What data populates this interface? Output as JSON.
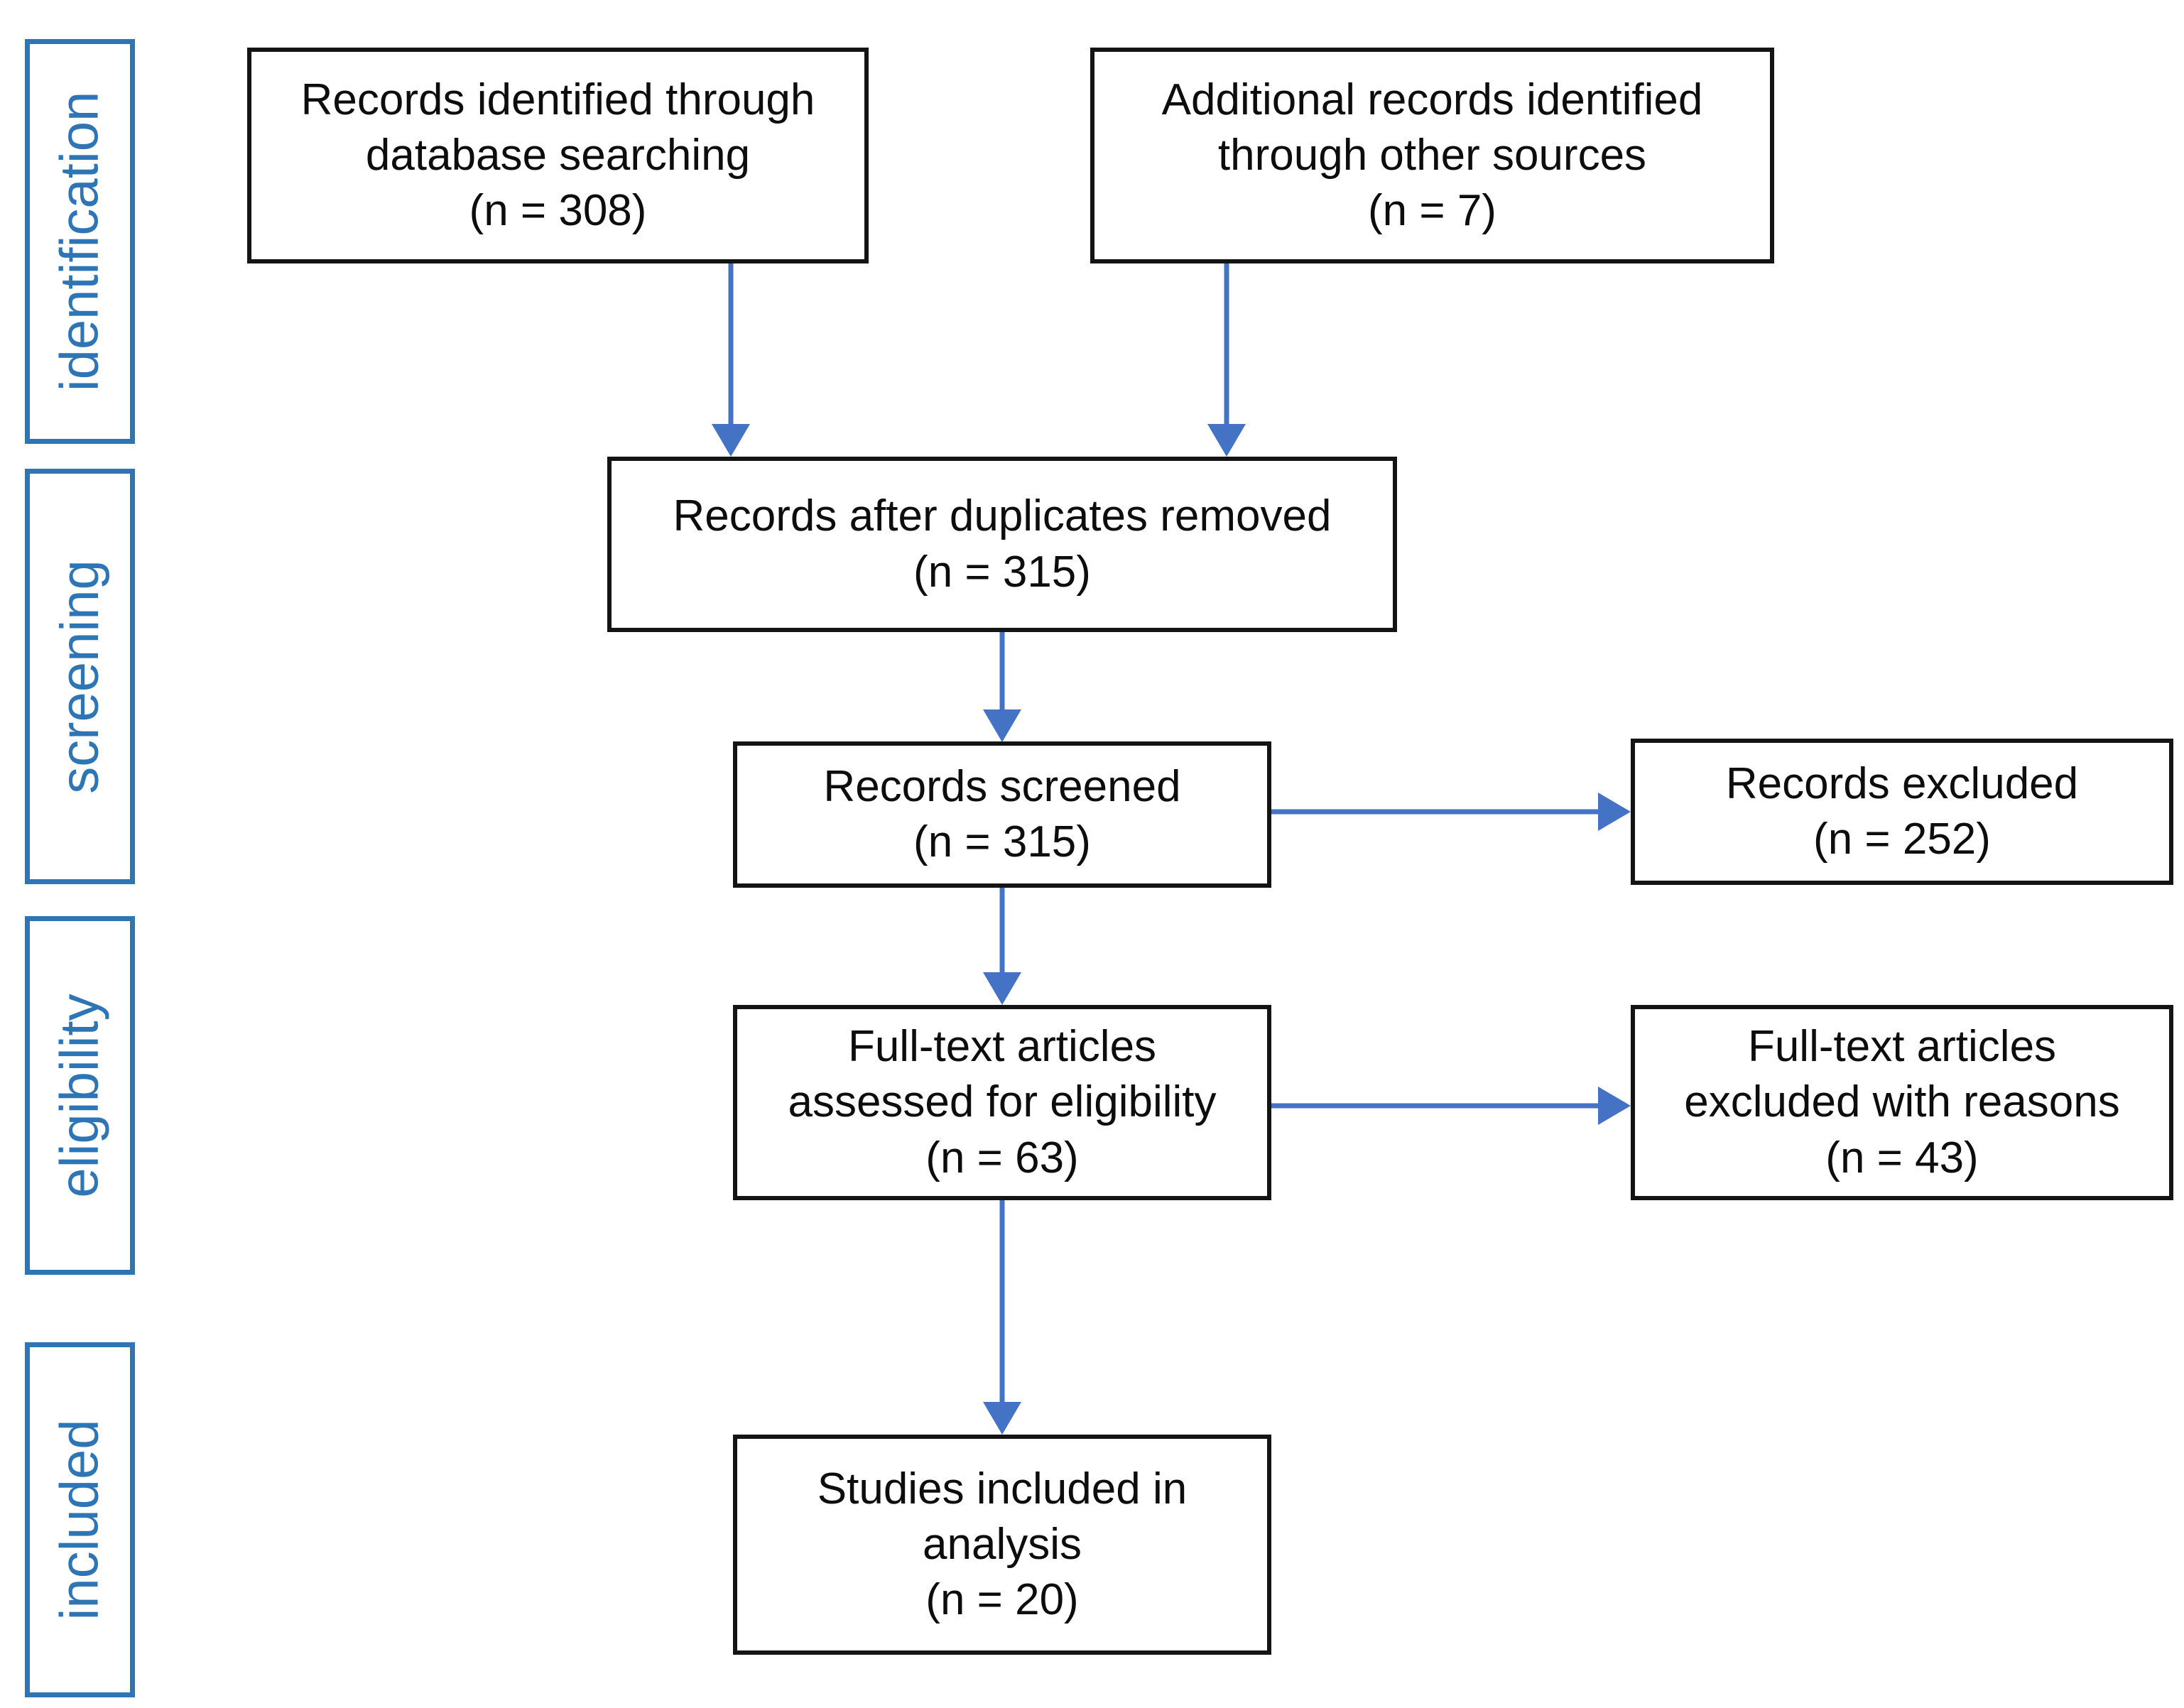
{
  "diagram": {
    "type": "prisma-flow-diagram",
    "accent_color_stage": "#2E75B6",
    "accent_color_arrow": "#4472C4",
    "box_border_color": "#141414",
    "background": "#ffffff"
  },
  "stages": [
    {
      "id": "identification",
      "label": "identification"
    },
    {
      "id": "screening",
      "label": "screening"
    },
    {
      "id": "eligibility",
      "label": "eligibility"
    },
    {
      "id": "included",
      "label": "included"
    }
  ],
  "boxes": {
    "db_search": {
      "line1": "Records identified through",
      "line2": "database searching",
      "line3": "(n = 308)",
      "n": 308
    },
    "other_sources": {
      "line1": "Additional records identified",
      "line2": "through other sources",
      "line3": "(n = 7)",
      "n": 7
    },
    "duplicates_removed": {
      "line1": "Records after duplicates removed",
      "line2": "(n = 315)",
      "n": 315
    },
    "records_screened": {
      "line1": "Records screened",
      "line2": "(n = 315)",
      "n": 315
    },
    "records_excluded": {
      "line1": "Records excluded",
      "line2": "(n = 252)",
      "n": 252
    },
    "fulltext_assessed": {
      "line1": "Full-text articles",
      "line2": "assessed for eligibility",
      "line3": "(n = 63)",
      "n": 63
    },
    "fulltext_excluded": {
      "line1": "Full-text articles",
      "line2": "excluded with reasons",
      "line3": "(n = 43)",
      "n": 43
    },
    "studies_included": {
      "line1": "Studies included in",
      "line2": "analysis",
      "line3": "(n = 20)",
      "n": 20
    }
  }
}
